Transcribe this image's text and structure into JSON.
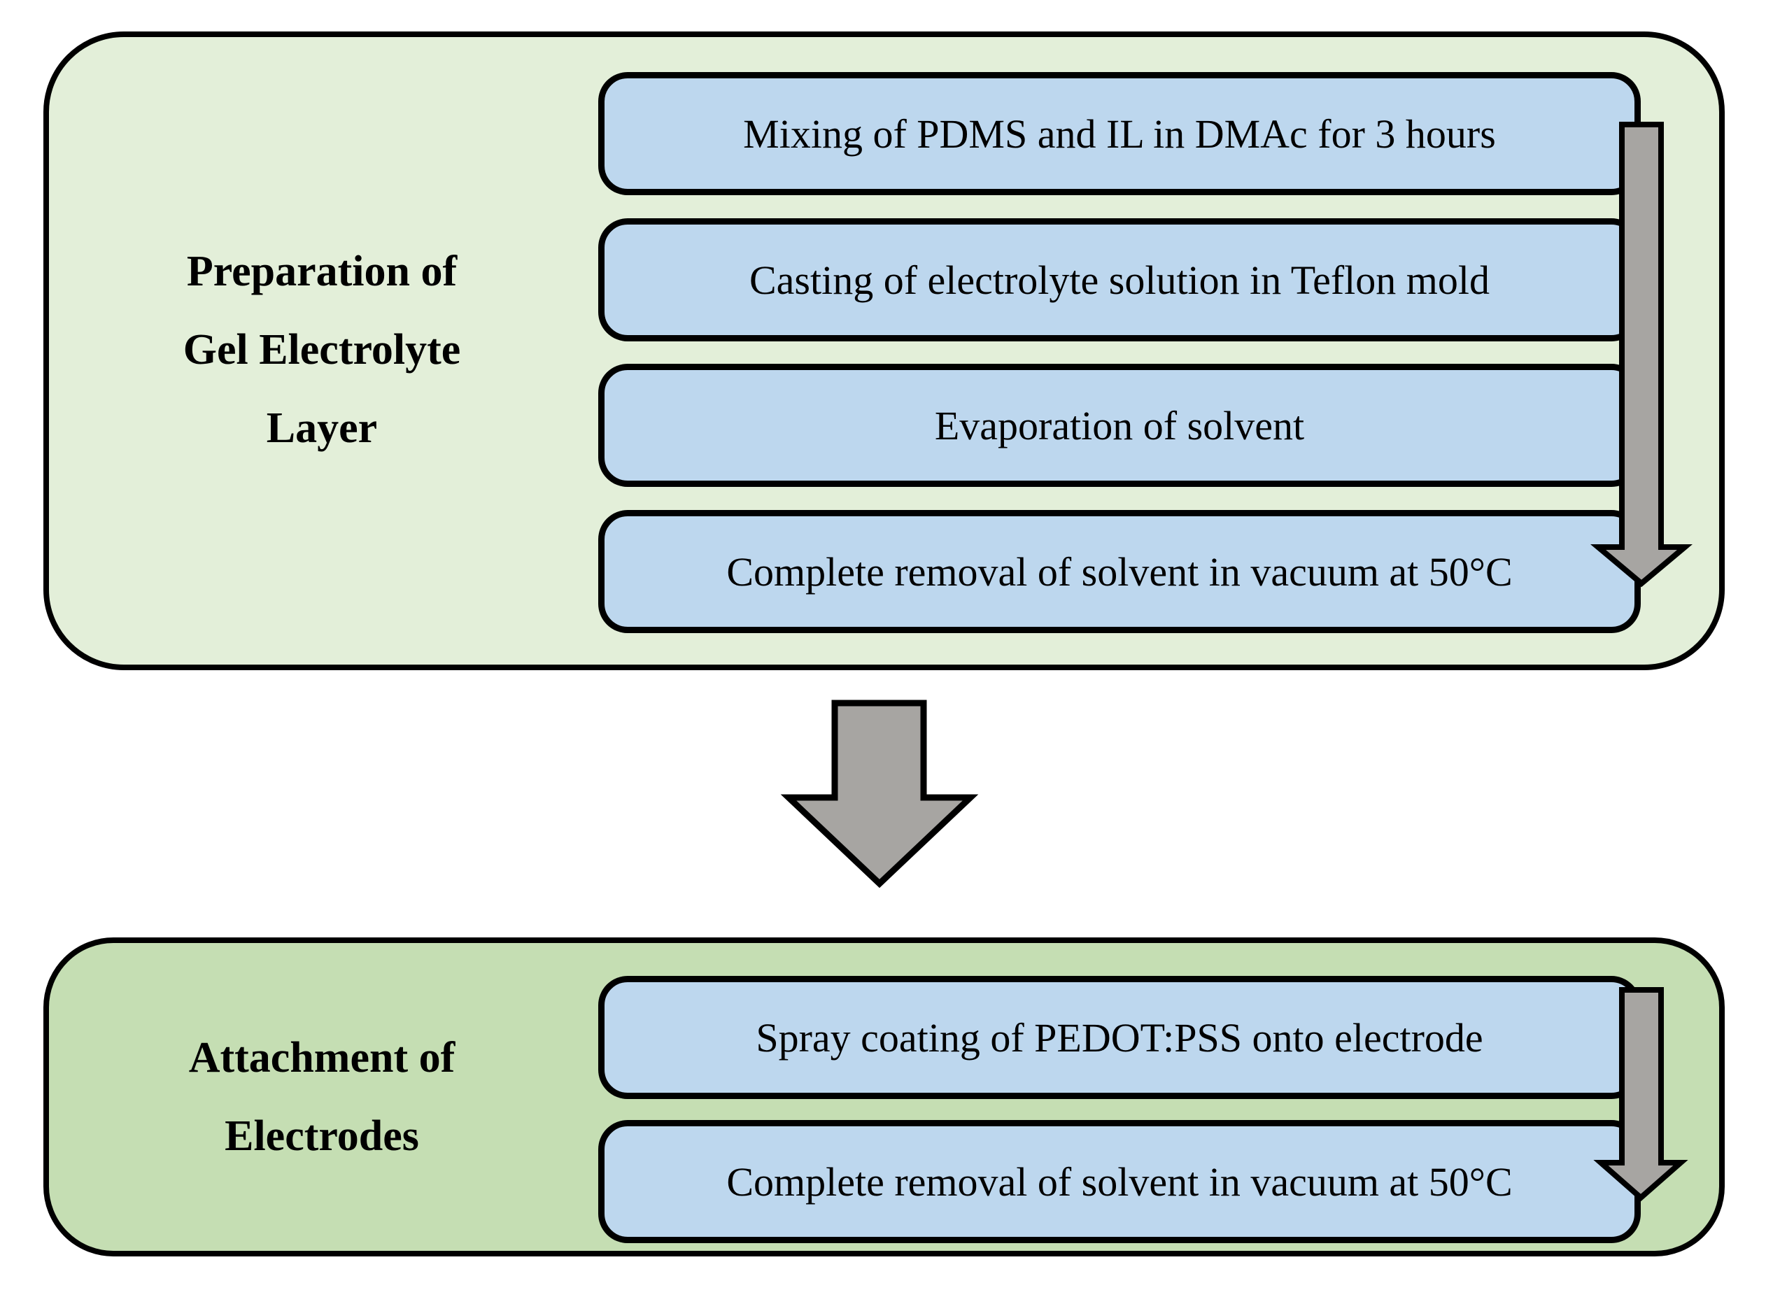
{
  "figure": {
    "type": "process-flowchart",
    "title": ""
  },
  "colors": {
    "prep_section_bg": "#e3efd9",
    "attach_section_bg": "#c5deb3",
    "step_box_bg": "#bdd7ee",
    "arrow_fill": "#a7a5a2",
    "outline": "#000000",
    "page_bg": "#ffffff"
  },
  "prep_section": {
    "label": "Preparation of\nGel Electrolyte\nLayer",
    "steps": [
      "Mixing of PDMS and IL in DMAc for 3 hours",
      "Casting of electrolyte solution in Teflon mold",
      "Evaporation of solvent",
      "Complete removal of solvent in vacuum at 50°C"
    ]
  },
  "attach_section": {
    "label": "Attachment of\nElectrodes",
    "steps": [
      "Spray coating of PEDOT:PSS onto electrode",
      "Complete removal of solvent in vacuum at 50°C"
    ]
  },
  "icons": {
    "prep_flow_arrow": "down-arrow",
    "section_transition_arrow": "down-arrow",
    "attach_flow_arrow": "down-arrow"
  }
}
